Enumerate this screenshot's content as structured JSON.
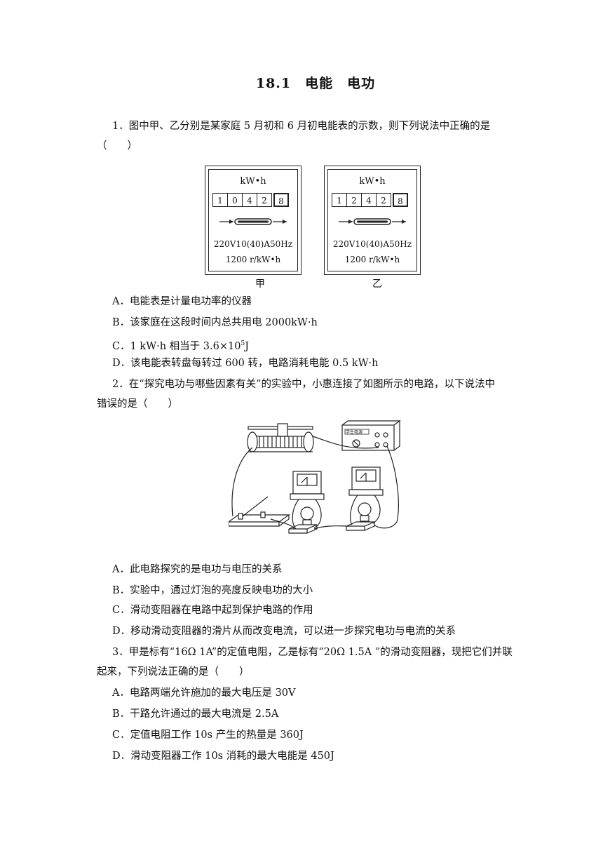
{
  "title": "18.1　电能　电功",
  "q1": {
    "line1": "1．图中甲、乙分别是某家庭 5 月初和 6 月初电能表的示数，则下列说法中正确的是",
    "line2": "（　　）",
    "meters": [
      {
        "unit": "kW•h",
        "digits": [
          "1",
          "0",
          "4",
          "2",
          "8"
        ],
        "spec1": "220V10(40)A50Hz",
        "spec2": "1200 r/kW•h",
        "label": "甲"
      },
      {
        "unit": "kW•h",
        "digits": [
          "1",
          "2",
          "4",
          "2",
          "8"
        ],
        "spec1": "220V10(40)A50Hz",
        "spec2": "1200 r/kW•h",
        "label": "乙"
      }
    ],
    "optA": "A．电能表是计量电功率的仪器",
    "optB": "B．该家庭在这段时间内总共用电 2000kW·h",
    "optC_pre": "C．1 kW·h 相当于 3.6×10",
    "optC_sup": "5",
    "optC_post": "J",
    "optD": "D．该电能表转盘每转过 600 转，电路消耗电能 0.5 kW·h"
  },
  "q2": {
    "line1": "2．在“探究电功与哪些因素有关”的实验中，小惠连接了如图所示的电路，以下说法中",
    "line2": "错误的是（　　）",
    "power_label": "学生电源",
    "optA": "A．此电路探究的是电功与电压的关系",
    "optB": "B．实验中，通过灯泡的亮度反映电功的大小",
    "optC": "C．滑动变阻器在电路中起到保护电路的作用",
    "optD": "D．移动滑动变阻器的滑片从而改变电流，可以进一步探究电功与电流的关系"
  },
  "q3": {
    "line1": "3．甲是标有“16Ω 1A”的定值电阻，乙是标有“20Ω 1.5A ”的滑动变阻器，现把它们并联",
    "line2": "起来，下列说法正确的是（　　）",
    "optA": "A．电路两端允许施加的最大电压是 30V",
    "optB": "B．干路允许通过的最大电流是 2.5A",
    "optC": "C．定值电阻工作 10s 产生的热量是 360J",
    "optD": "D．滑动变阻器工作 10s 消耗的最大电能是 450J"
  }
}
